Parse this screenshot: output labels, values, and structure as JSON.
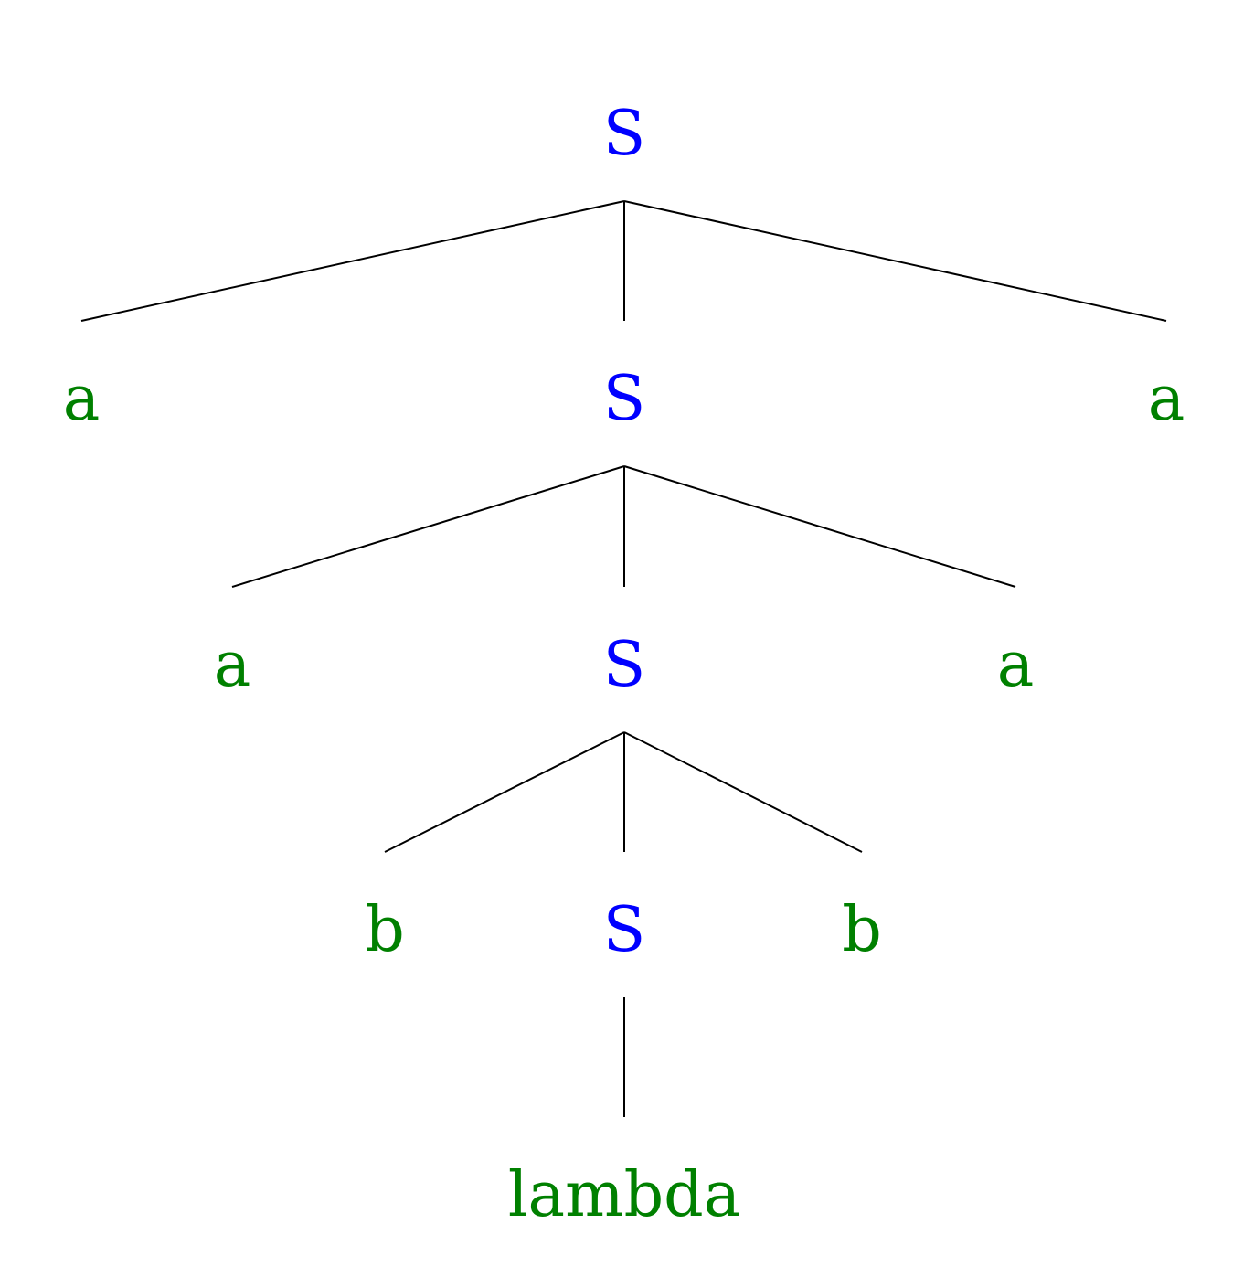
{
  "colors": {
    "nonterminal": "#0000ff",
    "terminal": "#008000",
    "edge": "#000000"
  },
  "tree": {
    "nodes": [
      {
        "id": "n0",
        "label": "S",
        "kind": "nonterminal"
      },
      {
        "id": "n1",
        "label": "a",
        "kind": "terminal"
      },
      {
        "id": "n2",
        "label": "S",
        "kind": "nonterminal"
      },
      {
        "id": "n3",
        "label": "a",
        "kind": "terminal"
      },
      {
        "id": "n4",
        "label": "a",
        "kind": "terminal"
      },
      {
        "id": "n5",
        "label": "S",
        "kind": "nonterminal"
      },
      {
        "id": "n6",
        "label": "a",
        "kind": "terminal"
      },
      {
        "id": "n7",
        "label": "b",
        "kind": "terminal"
      },
      {
        "id": "n8",
        "label": "S",
        "kind": "nonterminal"
      },
      {
        "id": "n9",
        "label": "b",
        "kind": "terminal"
      },
      {
        "id": "n10",
        "label": "lambda",
        "kind": "terminal"
      }
    ],
    "edges": [
      {
        "from": "n0",
        "to": "n1"
      },
      {
        "from": "n0",
        "to": "n2"
      },
      {
        "from": "n0",
        "to": "n3"
      },
      {
        "from": "n2",
        "to": "n4"
      },
      {
        "from": "n2",
        "to": "n5"
      },
      {
        "from": "n2",
        "to": "n6"
      },
      {
        "from": "n5",
        "to": "n7"
      },
      {
        "from": "n5",
        "to": "n8"
      },
      {
        "from": "n5",
        "to": "n9"
      },
      {
        "from": "n8",
        "to": "n10"
      }
    ]
  }
}
